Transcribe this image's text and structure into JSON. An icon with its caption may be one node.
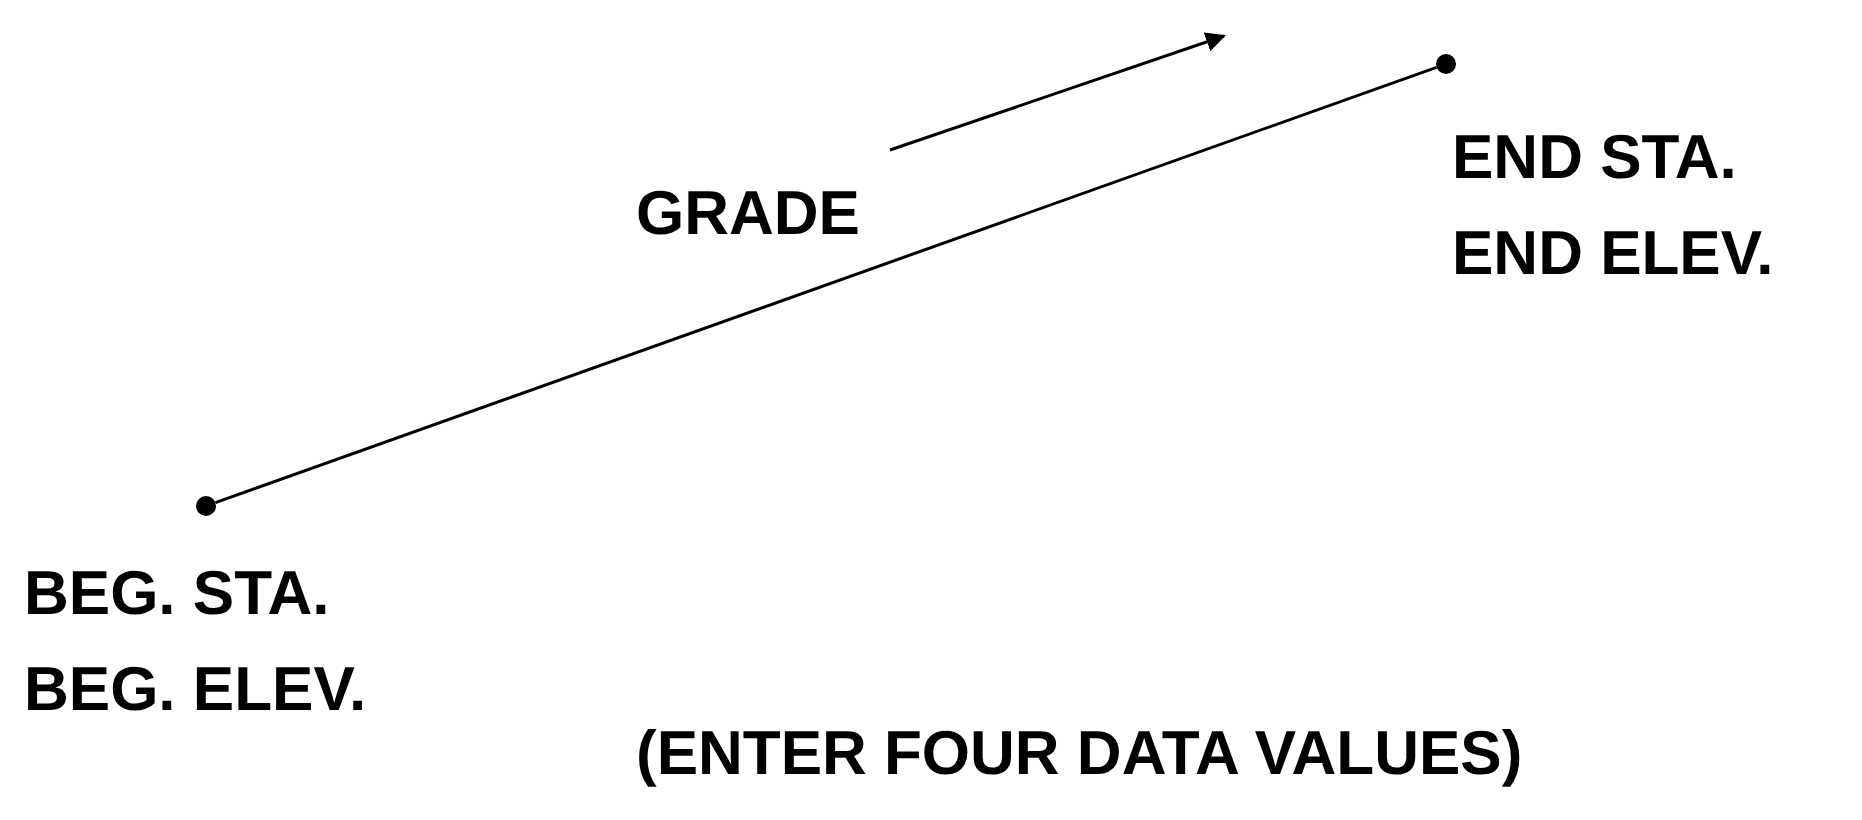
{
  "diagram": {
    "nodes": [
      {
        "text": [],
        "shape": "circle",
        "beside": [
          "BEG. STA.",
          "BEG. ELEV."
        ]
      },
      {
        "text": [],
        "shape": "circle",
        "beside": [
          "END STA.",
          "END ELEV."
        ]
      }
    ],
    "edges": [
      {
        "from": 0,
        "to": 1,
        "arrow": "none"
      }
    ],
    "labels": [
      "GRADE",
      "(ENTER FOUR DATA VALUES)"
    ]
  }
}
